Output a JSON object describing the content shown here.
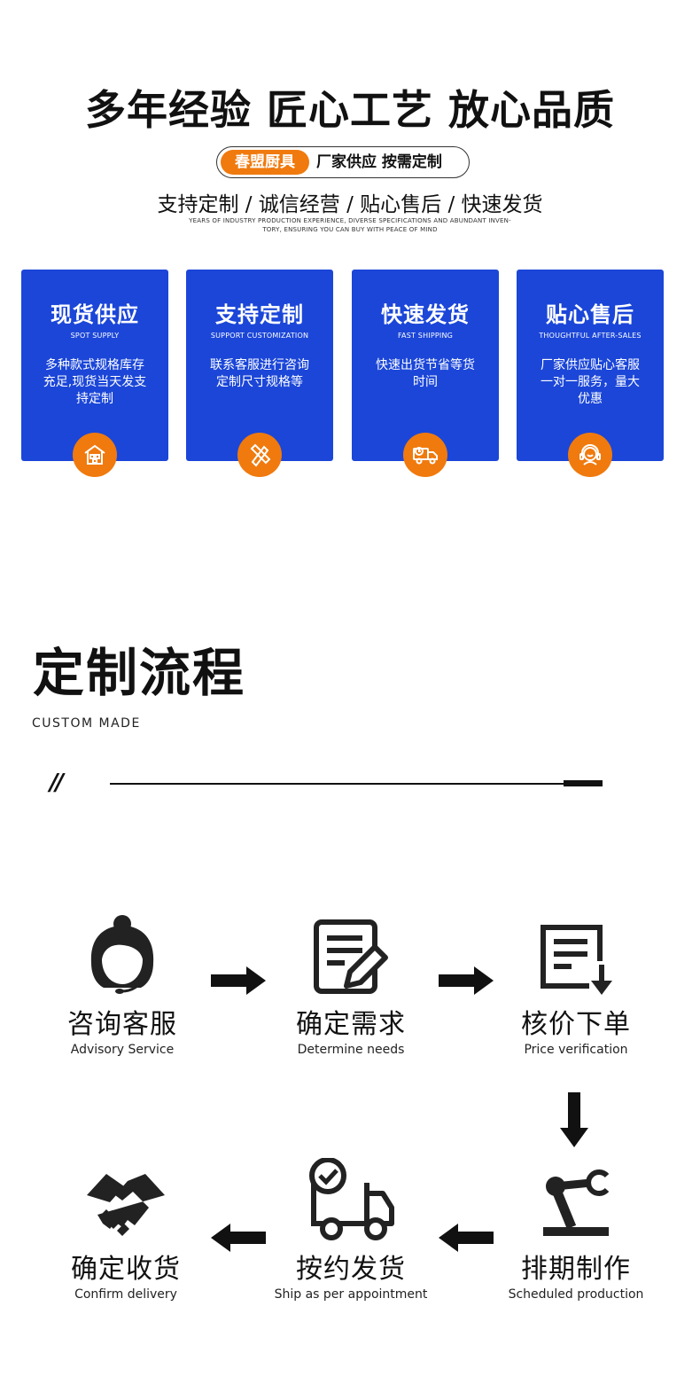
{
  "header": {
    "title": "多年经验 匠心工艺 放心品质",
    "brand": "春盟厨具",
    "slogan": "厂家供应 按需定制",
    "services": "支持定制 / 诚信经营 / 贴心售后 / 快速发货",
    "tagline_line1": "YEARS OF INDUSTRY PRODUCTION EXPERIENCE, DIVERSE SPECIFICATIONS AND ABUNDANT INVEN-",
    "tagline_line2": "TORY, ENSURING YOU CAN BUY WITH PEACE OF MIND"
  },
  "cards": [
    {
      "title": "现货供应",
      "subtitle": "SPOT SUPPLY",
      "desc": "多种款式规格库存充足,现货当天发支持定制",
      "icon": "warehouse-icon"
    },
    {
      "title": "支持定制",
      "subtitle": "SUPPORT CUSTOMIZATION",
      "desc": "联系客服进行咨询定制尺寸规格等",
      "icon": "pencil-ruler-icon"
    },
    {
      "title": "快速发货",
      "subtitle": "FAST SHIPPING",
      "desc": "快速出货节省等货时间",
      "icon": "delivery-truck-icon"
    },
    {
      "title": "贴心售后",
      "subtitle": "THOUGHTFUL AFTER-SALES",
      "desc": "厂家供应贴心客服一对一服务，量大优惠",
      "icon": "customer-service-icon"
    }
  ],
  "process": {
    "title": "定制流程",
    "subtitle": "CUSTOM MADE",
    "slashes": "//",
    "steps": [
      {
        "cn": "咨询客服",
        "en": "Advisory Service",
        "icon": "customer-service-agent-icon"
      },
      {
        "cn": "确定需求",
        "en": "Determine needs",
        "icon": "edit-document-icon"
      },
      {
        "cn": "核价下单",
        "en": "Price verification",
        "icon": "document-download-icon"
      },
      {
        "cn": "排期制作",
        "en": "Scheduled production",
        "icon": "robot-arm-icon"
      },
      {
        "cn": "按约发货",
        "en": "Ship as per appointment",
        "icon": "delivery-truck-check-icon"
      },
      {
        "cn": "确定收货",
        "en": "Confirm delivery",
        "icon": "handshake-icon"
      }
    ]
  },
  "colors": {
    "card_blue": "#1b46d8",
    "accent_orange": "#f07a0e",
    "text": "#111111"
  }
}
